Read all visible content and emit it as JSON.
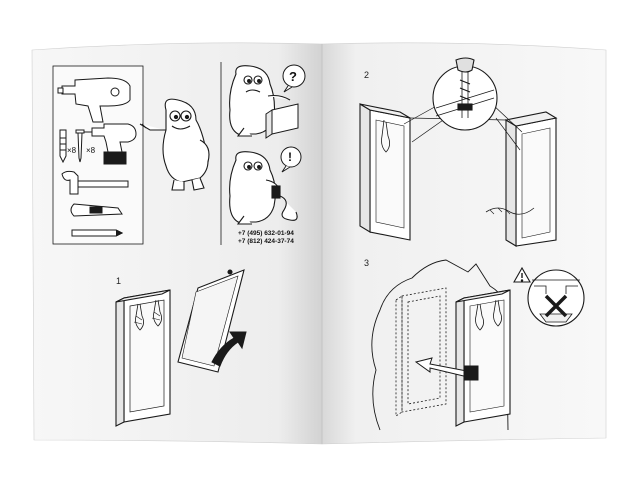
{
  "left_page": {
    "tools": {
      "anchor_count": "×8",
      "screw_count": "×8"
    },
    "support": {
      "question_mark": "?",
      "exclamation_mark": "!",
      "phones": [
        "+7 (495) 632-01-94",
        "+7 (812) 424-37-74"
      ]
    },
    "step1": {
      "number": "1"
    }
  },
  "right_page": {
    "step2": {
      "number": "2"
    },
    "step3": {
      "number": "3"
    }
  },
  "colors": {
    "page": "#f7f7f7",
    "line": "#1a1a1a",
    "background": "#ffffff"
  }
}
